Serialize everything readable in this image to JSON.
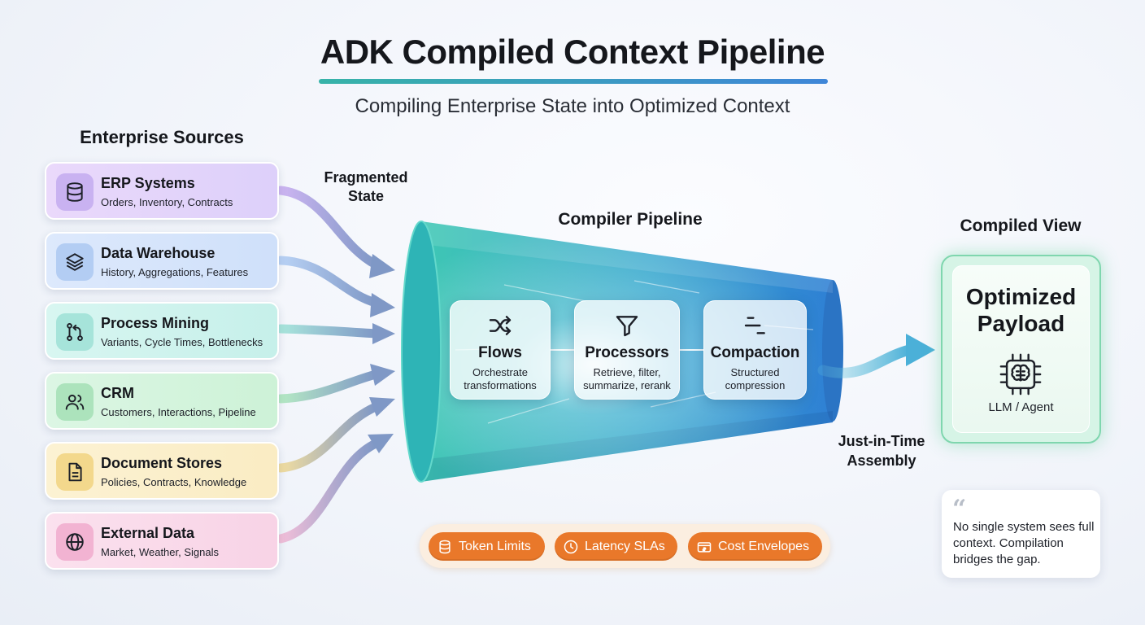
{
  "title": "ADK Compiled Context Pipeline",
  "subtitle": "Compiling Enterprise State into Optimized Context",
  "sources": {
    "heading": "Enterprise Sources",
    "items": [
      {
        "name": "ERP Systems",
        "desc": "Orders, Inventory, Contracts",
        "icon": "database-icon",
        "color": "#d9c8f7"
      },
      {
        "name": "Data Warehouse",
        "desc": "History, Aggregations, Features",
        "icon": "layers-icon",
        "color": "#cfe0fa"
      },
      {
        "name": "Process Mining",
        "desc": "Variants, Cycle Times, Bottlenecks",
        "icon": "git-branch-icon",
        "color": "#c6f0ea"
      },
      {
        "name": "CRM",
        "desc": "Customers, Interactions, Pipeline",
        "icon": "users-icon",
        "color": "#cdf2d7"
      },
      {
        "name": "Document Stores",
        "desc": "Policies, Contracts, Knowledge",
        "icon": "document-icon",
        "color": "#faecc3"
      },
      {
        "name": "External Data",
        "desc": "Market, Weather, Signals",
        "icon": "globe-icon",
        "color": "#f8d3e6"
      }
    ]
  },
  "fragmented_state": "Fragmented State",
  "pipeline": {
    "heading": "Compiler Pipeline",
    "stages": [
      {
        "name": "Flows",
        "desc": "Orchestrate transformations",
        "icon": "shuffle-icon"
      },
      {
        "name": "Processors",
        "desc": "Retrieve, filter, summarize, rerank",
        "icon": "filter-icon"
      },
      {
        "name": "Compaction",
        "desc": "Structured compression",
        "icon": "compaction-icon"
      }
    ]
  },
  "just_in_time": "Just-in-Time Assembly",
  "compiled_view": {
    "heading": "Compiled View",
    "title": "Optimized Payload",
    "footer": "LLM / Agent",
    "icon": "chip-brain-icon"
  },
  "constraints": [
    {
      "label": "Token Limits",
      "icon": "coins-icon"
    },
    {
      "label": "Latency SLAs",
      "icon": "clock-icon"
    },
    {
      "label": "Cost Envelopes",
      "icon": "money-icon"
    }
  ],
  "quote": {
    "mark": "“",
    "text": "No single system sees full context. Compilation bridges the gap."
  },
  "colors": {
    "funnel_start": "#3fc8b5",
    "funnel_end": "#2f82d6",
    "accent_orange": "#e9782a",
    "compiled_green": "#7fd6ae"
  }
}
